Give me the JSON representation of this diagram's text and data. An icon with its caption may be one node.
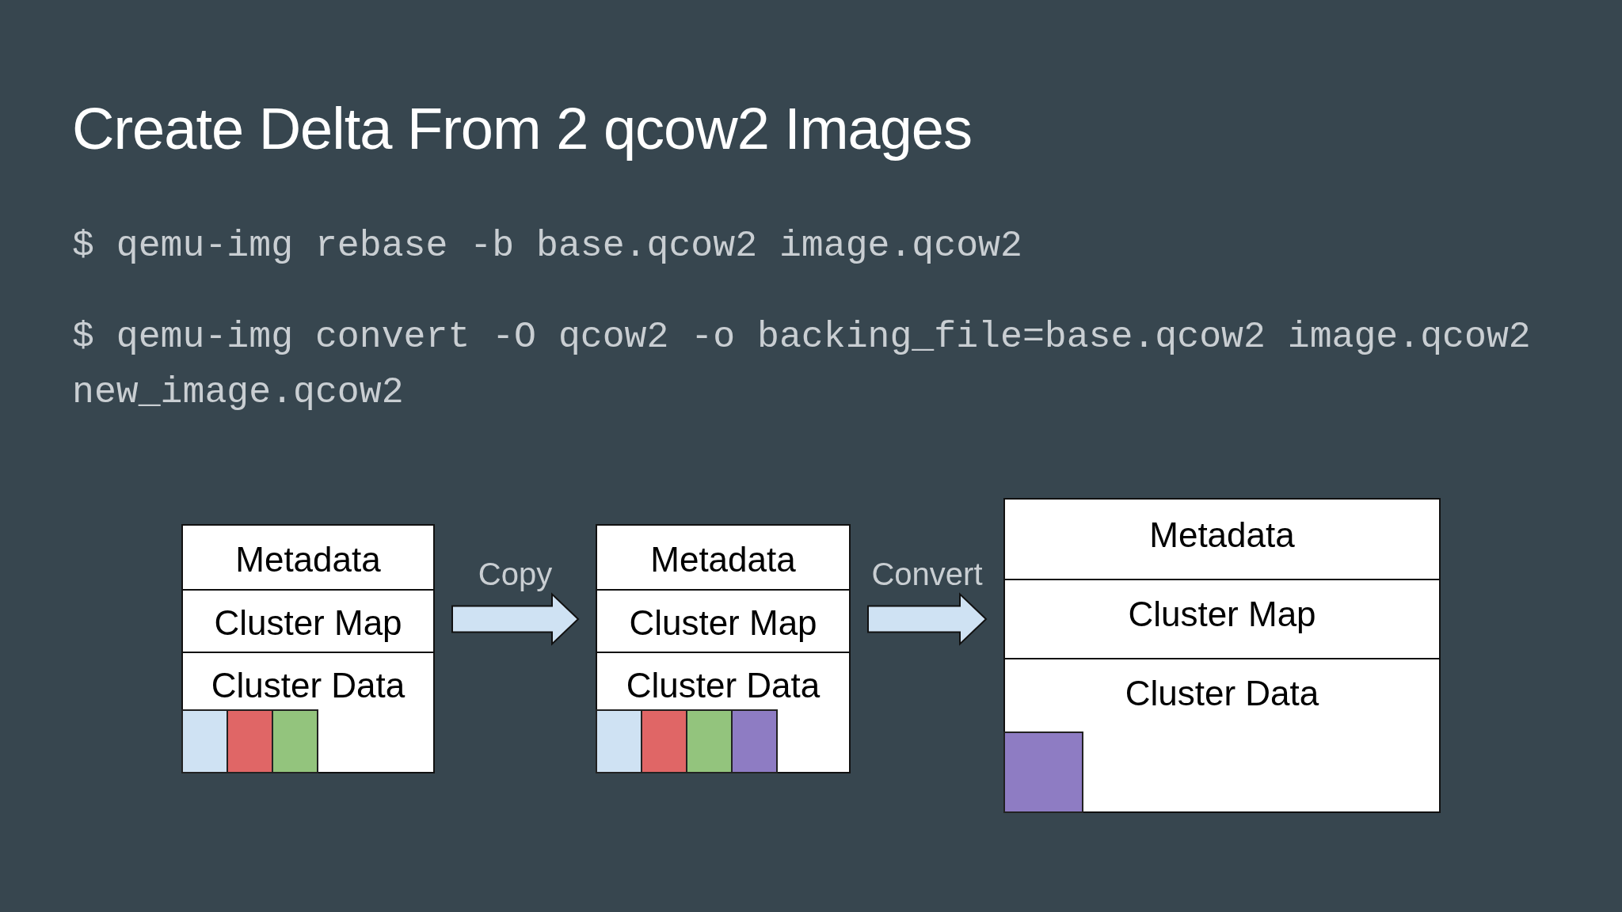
{
  "diagram": {
    "title": "Create Delta From 2 qcow2 Images",
    "nodes": [
      {
        "text": [],
        "shape": "box"
      },
      {
        "text": [
          "Metadata"
        ],
        "in": 0
      },
      {
        "text": [
          "Cluster Map"
        ],
        "in": 0
      },
      {
        "text": [
          "Cluster Data"
        ],
        "in": 0
      },
      {
        "text": [],
        "shape": "box",
        "in": 3
      },
      {
        "text": [],
        "shape": "box",
        "in": 3
      },
      {
        "text": [],
        "shape": "box",
        "in": 3
      },
      {
        "text": [],
        "shape": "box"
      },
      {
        "text": [
          "Metadata"
        ],
        "in": 7
      },
      {
        "text": [
          "Cluster Map"
        ],
        "in": 7
      },
      {
        "text": [
          "Cluster Data"
        ],
        "in": 7
      },
      {
        "text": [],
        "shape": "box",
        "in": 10
      },
      {
        "text": [],
        "shape": "box",
        "in": 10
      },
      {
        "text": [],
        "shape": "box",
        "in": 10
      },
      {
        "text": [],
        "shape": "box",
        "in": 10
      },
      {
        "text": [],
        "shape": "box"
      },
      {
        "text": [
          "Metadata"
        ],
        "in": 15
      },
      {
        "text": [
          "Cluster Map"
        ],
        "in": 15
      },
      {
        "text": [
          "Cluster Data"
        ],
        "in": 15
      },
      {
        "text": [],
        "shape": "box",
        "in": 18
      }
    ],
    "edges": [
      {
        "from": 0,
        "to": 7,
        "arrow": "to",
        "label": "Copy"
      },
      {
        "from": 7,
        "to": 15,
        "arrow": "to",
        "label": "Convert"
      }
    ],
    "labels": [
      "$ qemu-img rebase -b base.qcow2 image.qcow2",
      "$ qemu-img convert -O qcow2 -o backing_file=base.qcow2 image.qcow2 new_image.qcow2"
    ]
  }
}
